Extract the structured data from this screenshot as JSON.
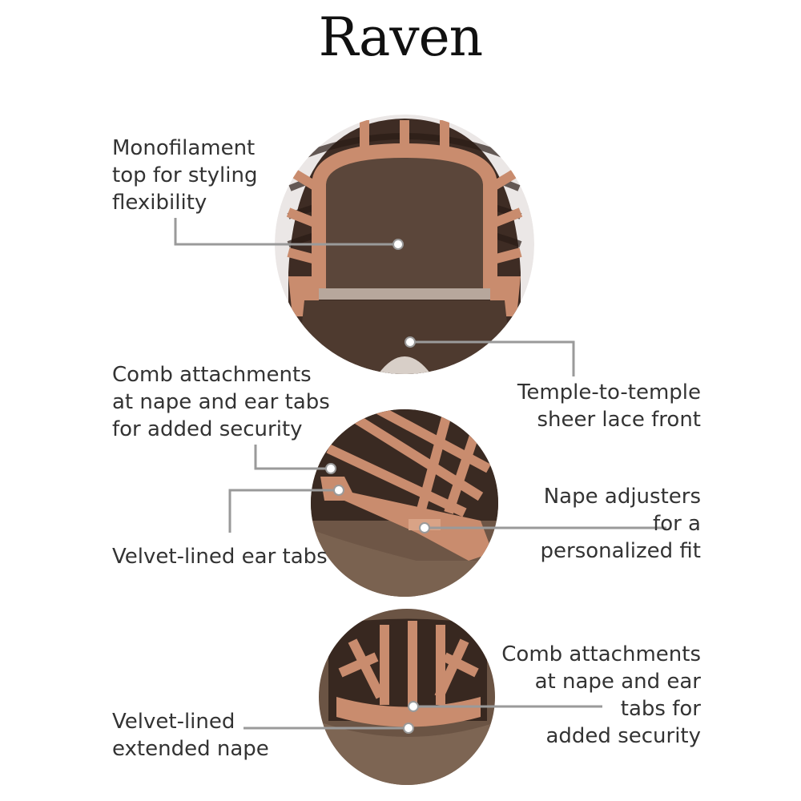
{
  "title": "Raven",
  "colors": {
    "lace": "#c98c6e",
    "cap": "#4a362c",
    "hair": "#6e5646",
    "leader": "#9a9a9a",
    "text": "#333333"
  },
  "callouts": [
    {
      "id": "monofilament-top",
      "text": "Monofilament\ntop for styling\nflexibility"
    },
    {
      "id": "sheer-lace-front",
      "text": "Temple-to-temple\nsheer lace front"
    },
    {
      "id": "comb-attachments-1",
      "text": "Comb attachments\nat nape and ear tabs\nfor added security"
    },
    {
      "id": "nape-adjusters",
      "text": "Nape adjusters\nfor a\npersonalized fit"
    },
    {
      "id": "velvet-ear-tabs",
      "text": "Velvet-lined ear tabs"
    },
    {
      "id": "comb-attachments-2",
      "text": "Comb attachments\nat nape and ear\ntabs for\nadded security"
    },
    {
      "id": "velvet-extended-nape",
      "text": "Velvet-lined\nextended nape"
    }
  ]
}
